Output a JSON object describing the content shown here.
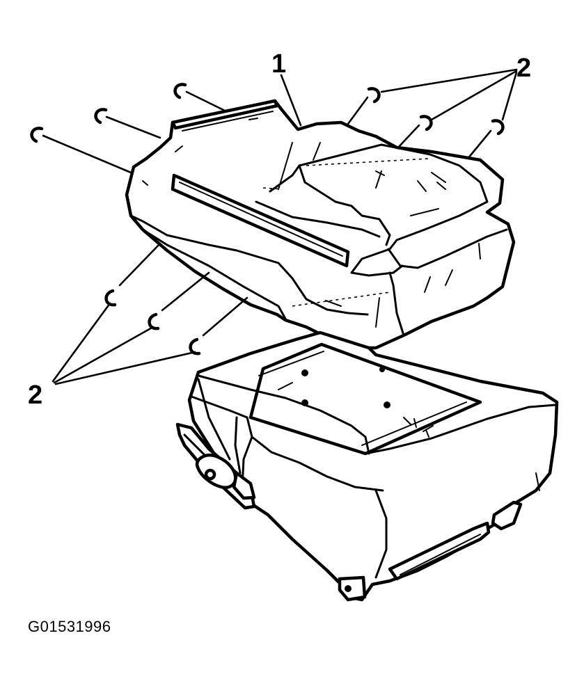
{
  "callouts": {
    "label_1": "1",
    "label_2_top": "2",
    "label_2_left": "2"
  },
  "figure_id": "G01531996"
}
